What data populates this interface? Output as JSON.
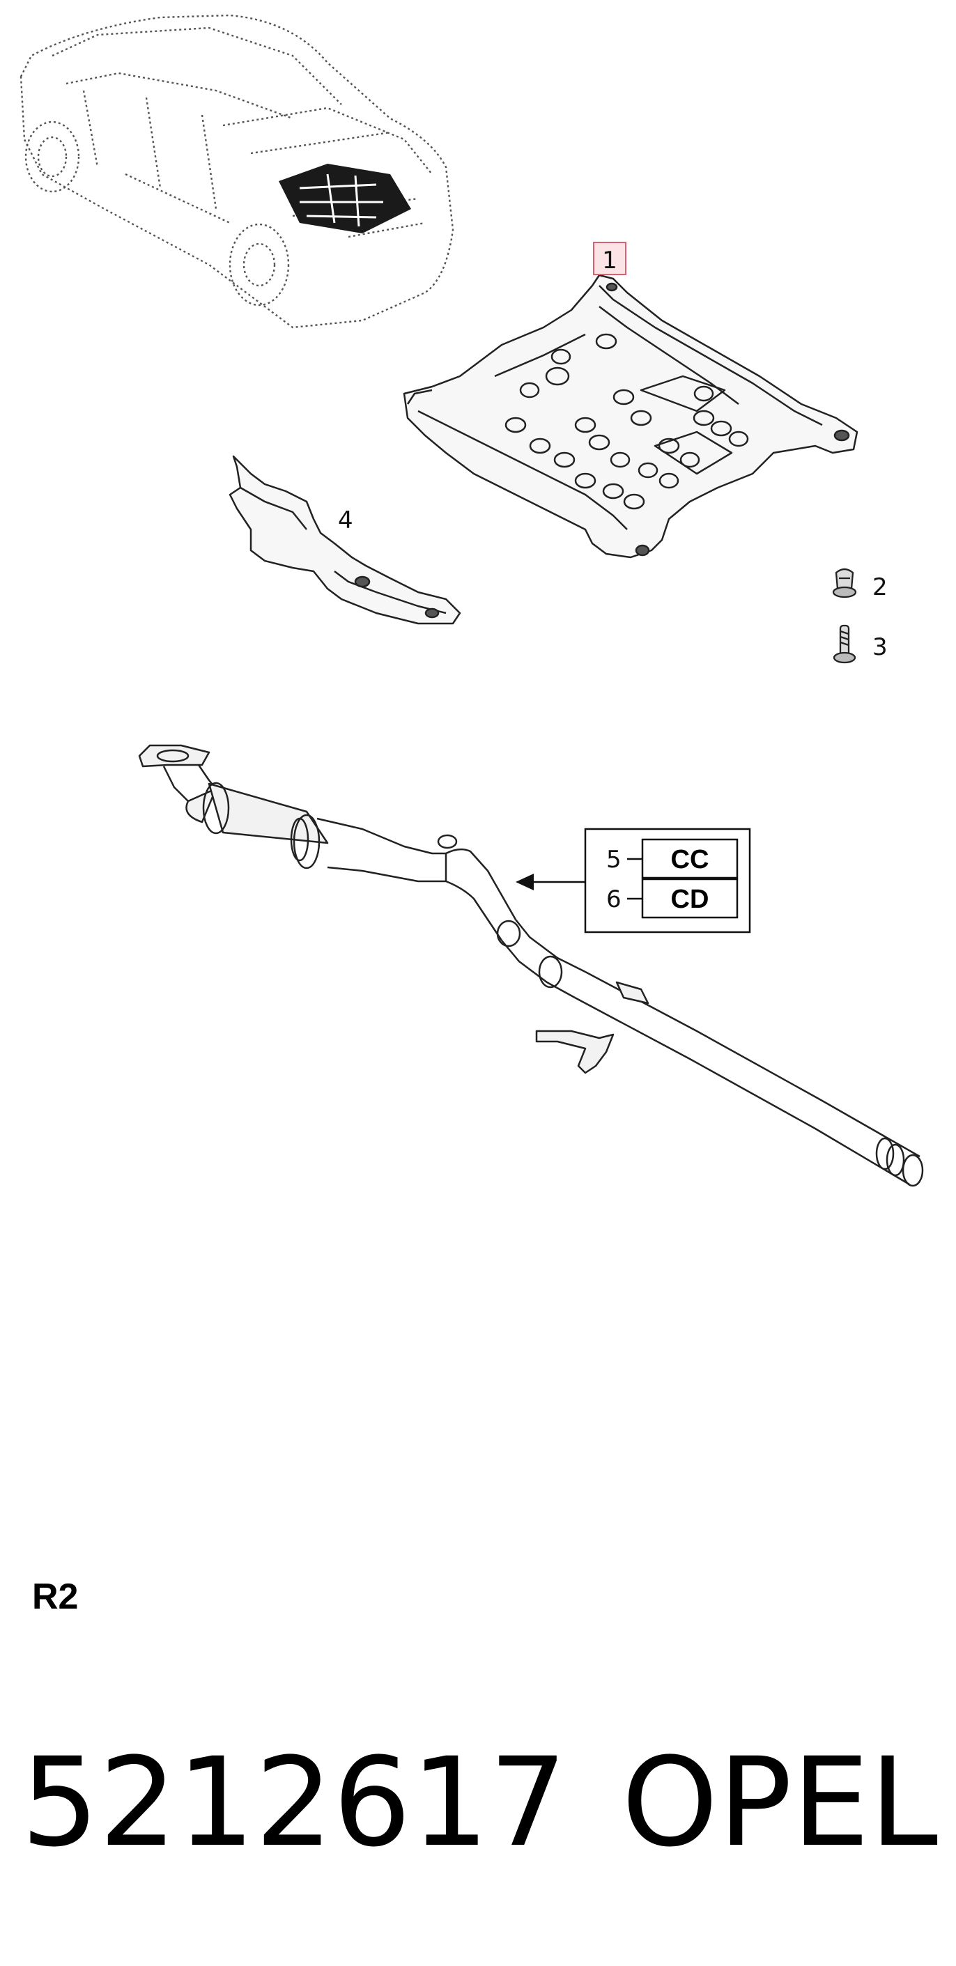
{
  "callouts": {
    "c1": "1",
    "c2": "2",
    "c3": "3",
    "c4": "4",
    "c5": "5",
    "c6": "6"
  },
  "variant_table": {
    "row_cc": "CC",
    "row_cd": "CD"
  },
  "diagram_code": "R2",
  "part_number": "5212617",
  "brand": "OPEL",
  "colors": {
    "line": "#222222",
    "highlight_box_fill": "#fbe3e6",
    "highlight_box_border": "#d9606f"
  }
}
